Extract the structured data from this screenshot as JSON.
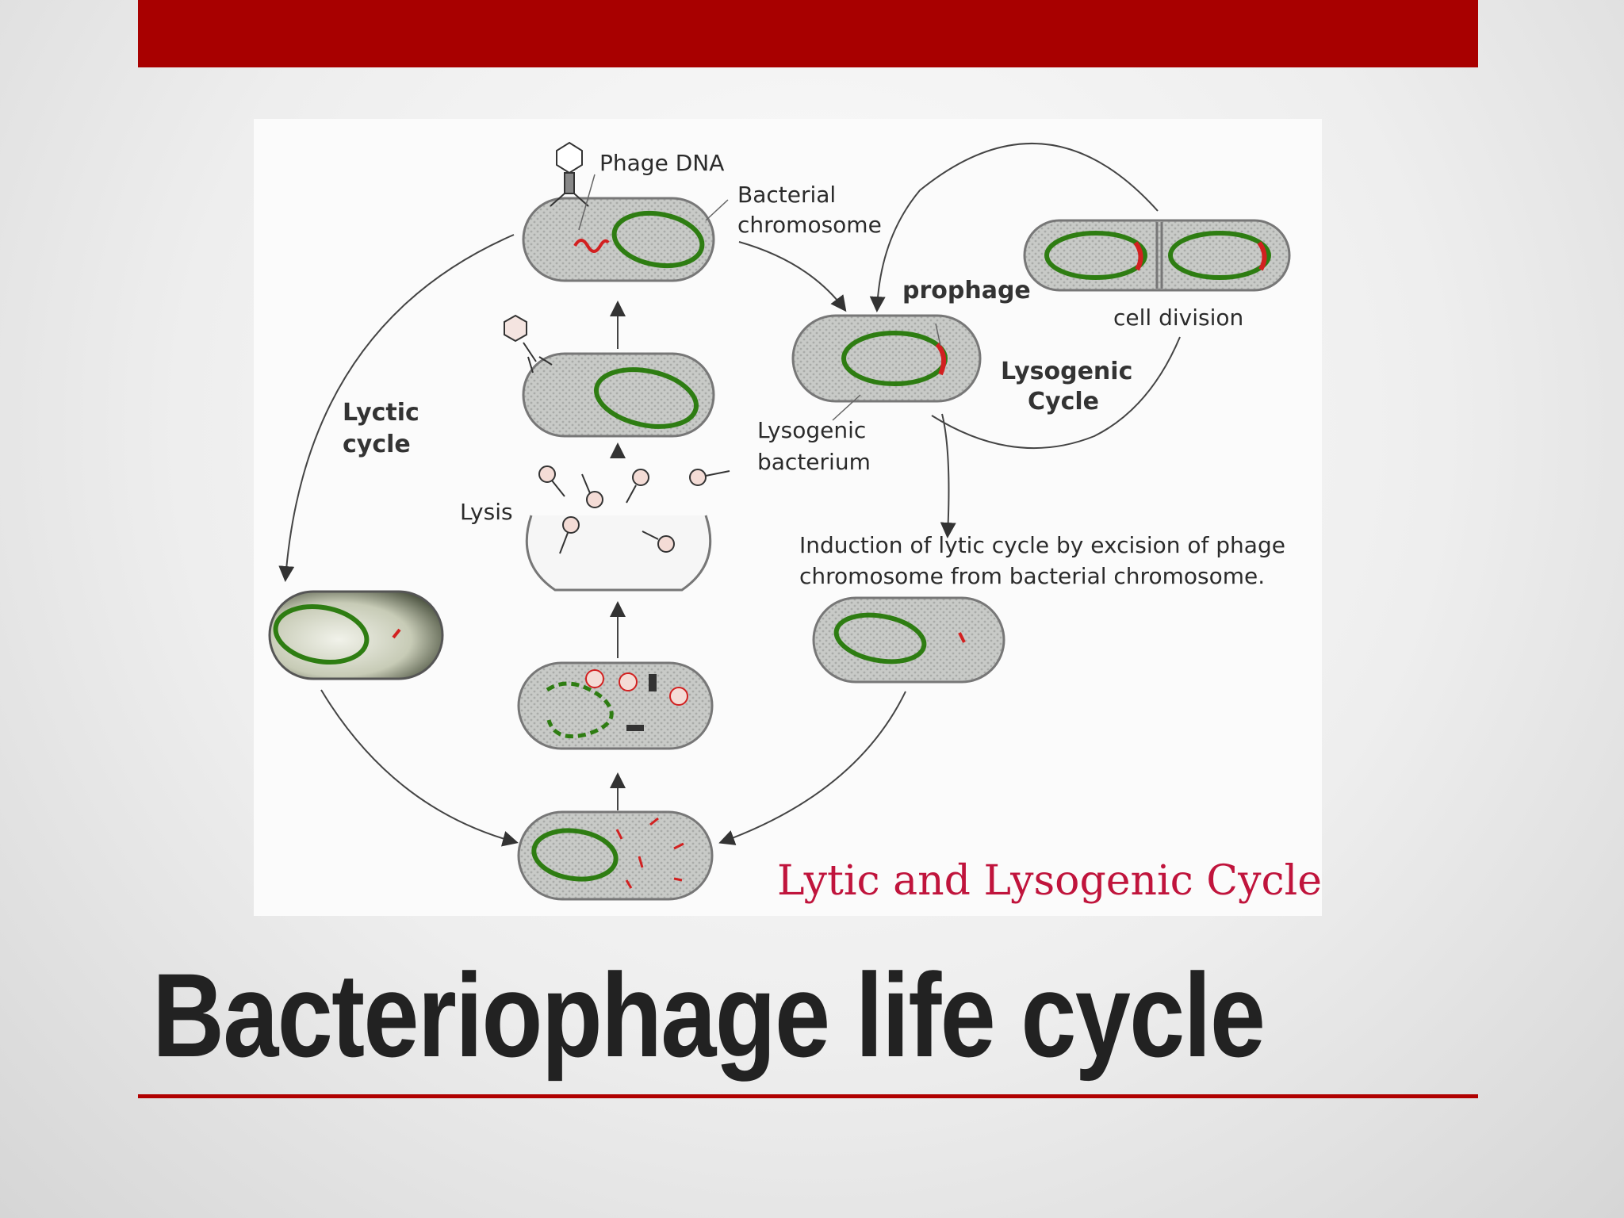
{
  "slide": {
    "title": "Bacteriophage life cycle"
  },
  "colors": {
    "accent": "#a80000",
    "cell_fill": "#c8cac7",
    "chromosome": "#2e7d12",
    "phage_dna": "#d22020",
    "figure_title": "#c0143c"
  },
  "diagram": {
    "labels": {
      "phage_dna": "Phage DNA",
      "bacterial_chromosome_1": "Bacterial",
      "bacterial_chromosome_2": "chromosome",
      "prophage": "prophage",
      "cell_division": "cell division",
      "lysogenic_cycle_1": "Lysogenic",
      "lysogenic_cycle_2": "Cycle",
      "lysogenic_bacterium_1": "Lysogenic",
      "lysogenic_bacterium_2": "bacterium",
      "lytic_cycle_1": "Lyctic",
      "lytic_cycle_2": "cycle",
      "lysis": "Lysis",
      "induction_1": "Induction of lytic cycle by excision of phage",
      "induction_2": "chromosome from bacterial chromosome."
    },
    "title": "Lytic and Lysogenic Cycles"
  }
}
